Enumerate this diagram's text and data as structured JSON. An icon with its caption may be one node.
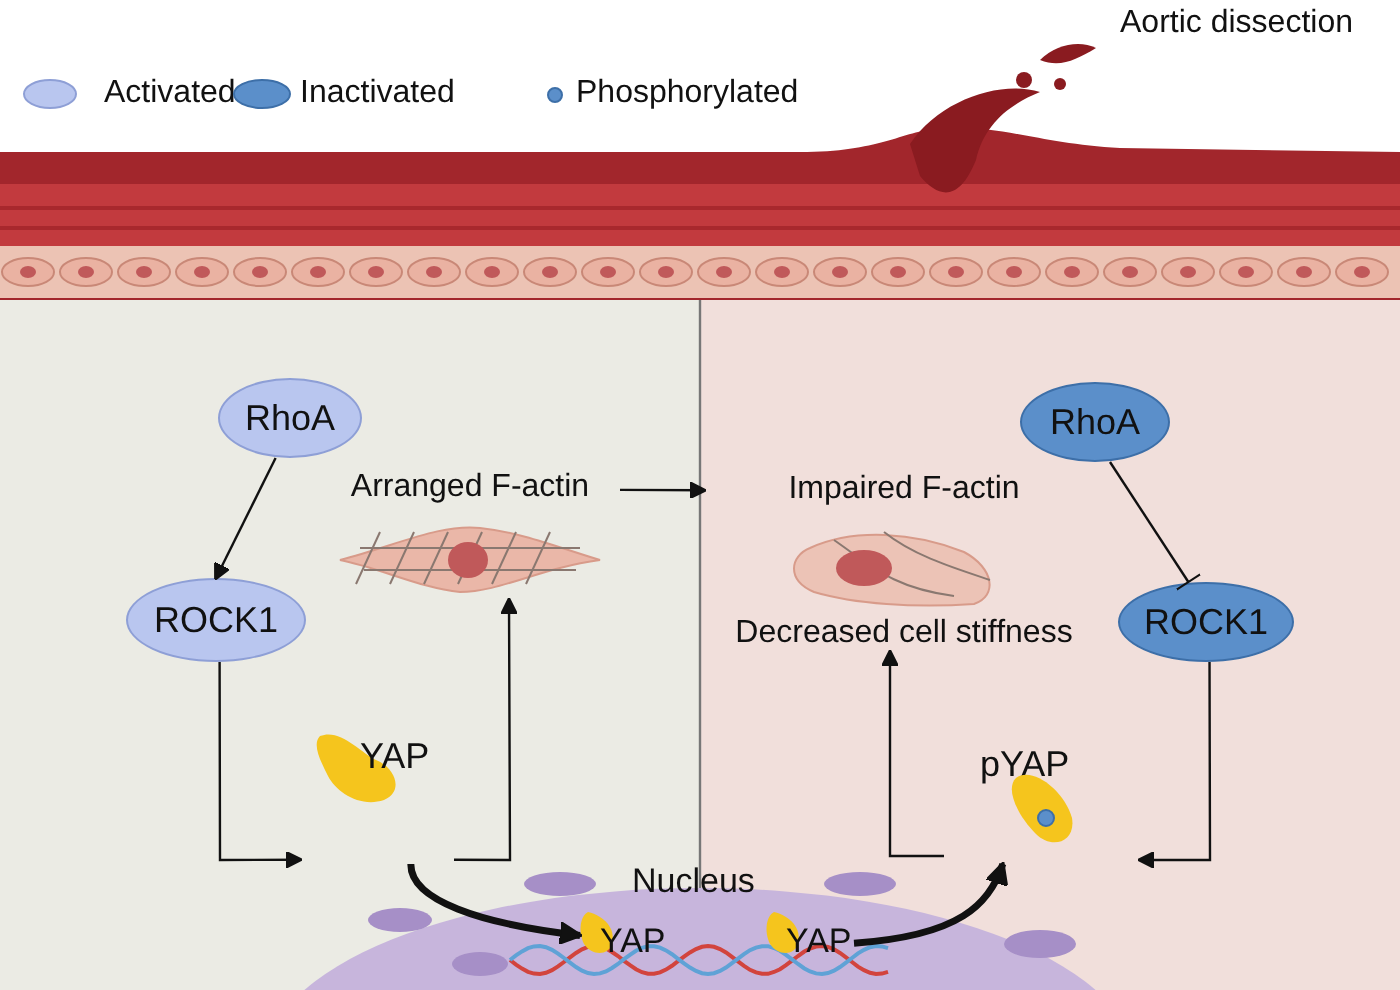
{
  "diagram": {
    "nodes": [
      {
        "text": [
          "RhoA"
        ]
      },
      {
        "text": [
          "Arranged F-actin"
        ]
      },
      {
        "text": [
          "ROCK1"
        ]
      },
      {
        "text": [
          "YAP"
        ]
      },
      {
        "text": [
          "Nucleus"
        ]
      },
      {
        "text": [
          "YAP"
        ],
        "in": 4
      },
      {
        "text": [
          "YAP"
        ],
        "in": 4
      },
      {
        "text": [
          "Impaired F-actin",
          "Decreased cell stiffness"
        ]
      },
      {
        "text": [
          "RhoA"
        ]
      },
      {
        "text": [
          "ROCK1"
        ]
      },
      {
        "text": [
          "pYAP"
        ]
      }
    ],
    "edges": [
      {
        "from": 0,
        "to": 2,
        "arrow": "to"
      },
      {
        "from": 1,
        "to": 7,
        "arrow": "to"
      },
      {
        "from": 8,
        "to": 9,
        "arrow": "other"
      },
      {
        "from": 2,
        "to": 3,
        "arrow": "to"
      },
      {
        "from": 3,
        "to": 1,
        "arrow": "to"
      },
      {
        "from": 3,
        "to": 5,
        "arrow": "to",
        "style": "thick"
      },
      {
        "from": 6,
        "to": 10,
        "arrow": "to",
        "style": "thick"
      },
      {
        "from": 9,
        "to": 10,
        "arrow": "to"
      },
      {
        "from": 10,
        "to": 7,
        "arrow": "to"
      }
    ],
    "labels": [
      "Aortic dissection"
    ],
    "legend": [
      {
        "text": "Activated"
      },
      {
        "text": "Inactivated"
      },
      {
        "text": "Phosphorylated"
      }
    ]
  }
}
